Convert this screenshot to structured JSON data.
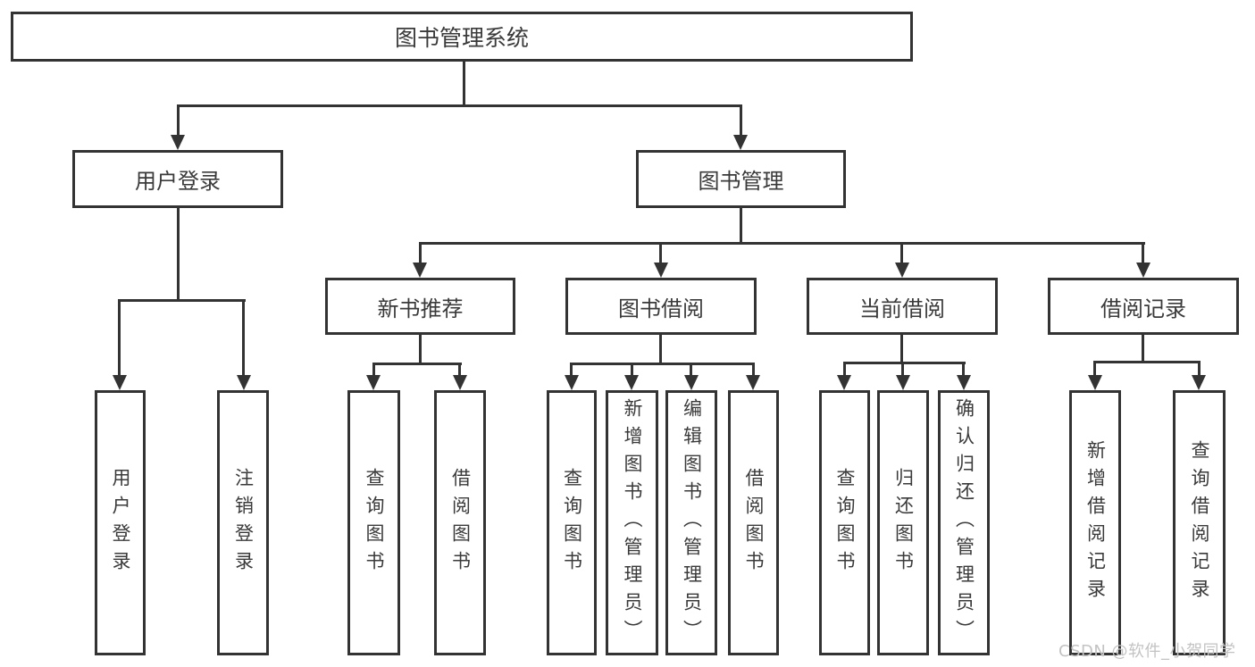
{
  "diagram": {
    "type": "tree-functional-structure",
    "colors": {
      "background": "#ffffff",
      "line": "#333333",
      "box_border": "#333333",
      "box_fill": "#ffffff",
      "text": "#3a3a3a",
      "watermark": "#c3c3c3"
    },
    "nodes": {
      "root": {
        "label": "图书管理系统"
      },
      "user_login": {
        "label": "用户登录"
      },
      "book_mgmt": {
        "label": "图书管理"
      },
      "login_action": {
        "label": "用户登录"
      },
      "logout_action": {
        "label": "注销登录"
      },
      "new_book_rec": {
        "label": "新书推荐"
      },
      "book_borrow": {
        "label": "图书借阅"
      },
      "current_borrow": {
        "label": "当前借阅"
      },
      "borrow_records": {
        "label": "借阅记录"
      },
      "nb_query": {
        "label": "查询图书"
      },
      "nb_borrow": {
        "label": "借阅图书"
      },
      "bb_query": {
        "label": "查询图书"
      },
      "bb_add": {
        "label": "新增图书（管理员）"
      },
      "bb_edit": {
        "label": "编辑图书（管理员）"
      },
      "bb_borrow": {
        "label": "借阅图书"
      },
      "cb_query": {
        "label": "查询图书"
      },
      "cb_return": {
        "label": "归还图书"
      },
      "cb_confirm": {
        "label": "确认归还（管理员）"
      },
      "br_add": {
        "label": "新增借阅记录"
      },
      "br_query": {
        "label": "查询借阅记录"
      }
    },
    "hierarchy": {
      "图书管理系统": {
        "用户登录": [
          "用户登录",
          "注销登录"
        ],
        "图书管理": {
          "新书推荐": [
            "查询图书",
            "借阅图书"
          ],
          "图书借阅": [
            "查询图书",
            "新增图书（管理员）",
            "编辑图书（管理员）",
            "借阅图书"
          ],
          "当前借阅": [
            "查询图书",
            "归还图书",
            "确认归还（管理员）"
          ],
          "借阅记录": [
            "新增借阅记录",
            "查询借阅记录"
          ]
        }
      }
    }
  },
  "watermark": {
    "text": "CSDN @软件_小贺同学"
  }
}
